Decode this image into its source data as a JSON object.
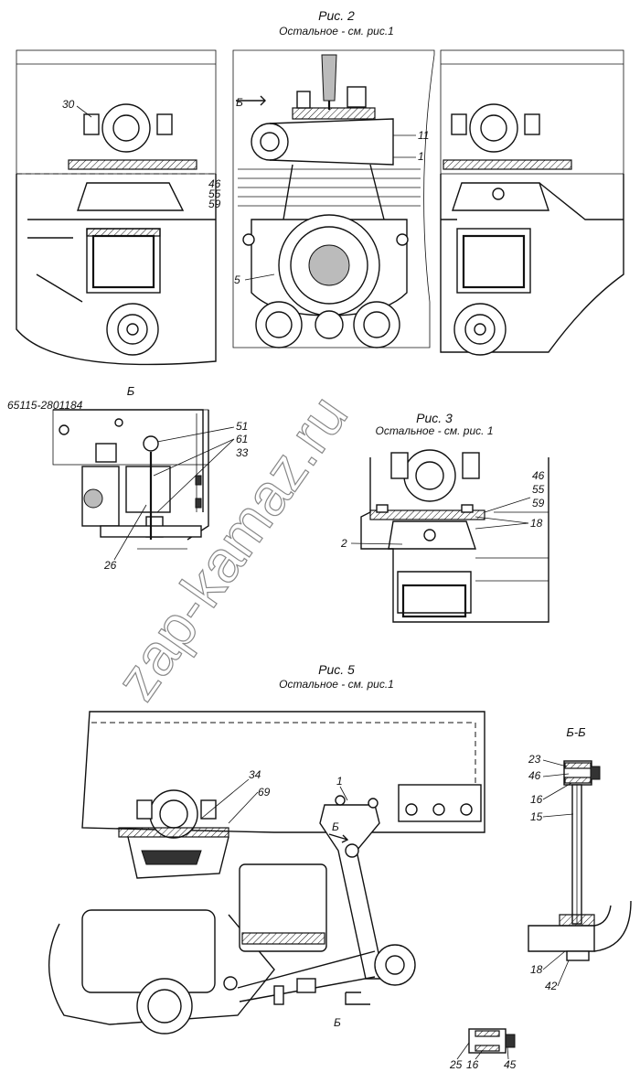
{
  "fig2": {
    "title": "Рис. 2",
    "subtitle": "Остальное - см. рис.1",
    "callouts": {
      "c30": "30",
      "cB": "Б",
      "c11": "11",
      "c1": "1",
      "c5": "5",
      "c46": "46",
      "c55": "55",
      "c59": "59"
    }
  },
  "detailB": {
    "title": "Б",
    "part": "65115-2801184",
    "callouts": {
      "c51": "51",
      "c61": "61",
      "c33": "33",
      "c26": "26"
    }
  },
  "fig3": {
    "title": "Рис. 3",
    "subtitle": "Остальное - см. рис. 1",
    "callouts": {
      "c46": "46",
      "c55": "55",
      "c59": "59",
      "c18": "18",
      "c2": "2"
    }
  },
  "fig5": {
    "title": "Рис. 5",
    "subtitle": "Остальное - см. рис.1",
    "callouts": {
      "c34": "34",
      "c69": "69",
      "c1": "1",
      "cB1": "Б",
      "cB2": "Б"
    }
  },
  "sectionBB": {
    "title": "Б-Б",
    "callouts": {
      "c23": "23",
      "c46": "46",
      "c16": "16",
      "c15": "15",
      "c18": "18",
      "c42": "42",
      "c25": "25",
      "c16b": "16",
      "c45": "45"
    }
  },
  "watermark": "zap-kamaz.ru",
  "colors": {
    "line": "#111111",
    "watermark": "#888888",
    "background": "#ffffff"
  }
}
